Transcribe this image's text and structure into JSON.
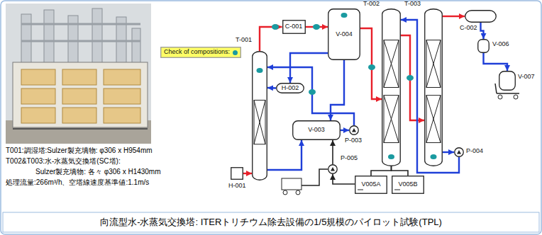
{
  "diagram": {
    "caption": "向流型水-水蒸気交換塔: ITERトリチウム除去設備の1/5規模のパイロット試験(TPL)",
    "nodes": [
      {
        "text": [
          "Check of compositions:"
        ]
      },
      {
        "text": [
          "T-001"
        ]
      },
      {
        "text": [
          "C-001"
        ]
      },
      {
        "text": [
          "V-004"
        ]
      },
      {
        "text": [
          "H-002"
        ]
      },
      {
        "text": [
          "V-003"
        ]
      },
      {
        "text": [
          "P-003"
        ]
      },
      {
        "text": [
          "T-002"
        ]
      },
      {
        "text": [
          "T-003"
        ]
      },
      {
        "text": [
          "C-002"
        ]
      },
      {
        "text": [
          "V-006"
        ]
      },
      {
        "text": [
          "V-007"
        ]
      },
      {
        "text": [
          "H-001"
        ]
      },
      {
        "text": [
          "P-004"
        ]
      },
      {
        "text": [
          "P-005"
        ]
      },
      {
        "text": [
          "V005A"
        ]
      },
      {
        "text": [
          "V005B"
        ]
      }
    ],
    "edges": [
      {
        "from": 12,
        "to": 1,
        "arrow": "to"
      },
      {
        "from": 1,
        "to": 2,
        "arrow": "to"
      },
      {
        "from": 2,
        "to": 3,
        "arrow": "to"
      },
      {
        "from": 3,
        "to": 7,
        "arrow": "to"
      },
      {
        "from": 7,
        "to": 8,
        "arrow": "to"
      },
      {
        "from": 8,
        "to": 9,
        "arrow": "to"
      },
      {
        "from": 9,
        "to": 10,
        "arrow": "to"
      },
      {
        "from": 10,
        "to": 11,
        "arrow": "to"
      },
      {
        "from": 8,
        "to": 13,
        "arrow": "to"
      },
      {
        "from": 13,
        "to": 7,
        "arrow": "to"
      },
      {
        "from": 7,
        "to": 15,
        "arrow": "none"
      },
      {
        "from": 7,
        "to": 16,
        "arrow": "none"
      },
      {
        "from": 3,
        "to": 5,
        "arrow": "to"
      },
      {
        "from": 5,
        "to": 6,
        "arrow": "to"
      },
      {
        "from": 6,
        "to": 1,
        "arrow": "to"
      },
      {
        "from": 3,
        "to": 4,
        "arrow": "to"
      },
      {
        "from": 4,
        "to": 1,
        "arrow": "to"
      },
      {
        "from": 1,
        "to": 5,
        "arrow": "to"
      },
      {
        "from": 14,
        "to": 5,
        "arrow": "to"
      },
      {
        "from": 15,
        "to": 14,
        "arrow": "to"
      }
    ],
    "labels": [
      "T001:調湿塔:Sulzer製充填物: φ306 x H954mm",
      "T002&T003:水-水蒸気交換塔(SC塔):",
      "Sulzer製充填物: 各々 φ306 x H1430mm",
      "処理流量:266m³/h、空塔線速度基準値:1.1m/s"
    ]
  }
}
